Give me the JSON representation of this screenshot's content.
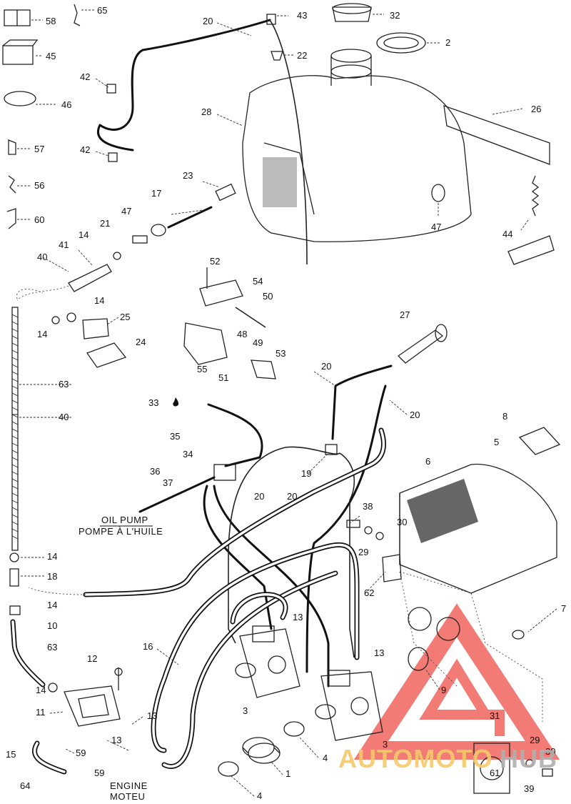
{
  "diagram": {
    "callouts": [
      {
        "id": "c58",
        "text": "58"
      },
      {
        "id": "c65",
        "text": "65"
      },
      {
        "id": "c20a",
        "text": "20"
      },
      {
        "id": "c43",
        "text": "43"
      },
      {
        "id": "c32",
        "text": "32"
      },
      {
        "id": "c2",
        "text": "2"
      },
      {
        "id": "c45",
        "text": "45"
      },
      {
        "id": "c22",
        "text": "22"
      },
      {
        "id": "c42a",
        "text": "42"
      },
      {
        "id": "c46",
        "text": "46"
      },
      {
        "id": "c28",
        "text": "28"
      },
      {
        "id": "c26",
        "text": "26"
      },
      {
        "id": "c57",
        "text": "57"
      },
      {
        "id": "c42b",
        "text": "42"
      },
      {
        "id": "c23",
        "text": "23"
      },
      {
        "id": "c17",
        "text": "17"
      },
      {
        "id": "c56",
        "text": "56"
      },
      {
        "id": "c60",
        "text": "60"
      },
      {
        "id": "c47a",
        "text": "47"
      },
      {
        "id": "c47b",
        "text": "47"
      },
      {
        "id": "c44",
        "text": "44"
      },
      {
        "id": "c21",
        "text": "21"
      },
      {
        "id": "c14a",
        "text": "14"
      },
      {
        "id": "c41",
        "text": "41"
      },
      {
        "id": "c40a",
        "text": "40"
      },
      {
        "id": "c52",
        "text": "52"
      },
      {
        "id": "c54",
        "text": "54"
      },
      {
        "id": "c50",
        "text": "50"
      },
      {
        "id": "c14b",
        "text": "14"
      },
      {
        "id": "c25",
        "text": "25"
      },
      {
        "id": "c27",
        "text": "27"
      },
      {
        "id": "c14c",
        "text": "14"
      },
      {
        "id": "c24",
        "text": "24"
      },
      {
        "id": "c48",
        "text": "48"
      },
      {
        "id": "c49",
        "text": "49"
      },
      {
        "id": "c53",
        "text": "53"
      },
      {
        "id": "c55",
        "text": "55"
      },
      {
        "id": "c51",
        "text": "51"
      },
      {
        "id": "c20b",
        "text": "20"
      },
      {
        "id": "c63a",
        "text": "63"
      },
      {
        "id": "c20c",
        "text": "20"
      },
      {
        "id": "c33",
        "text": "33"
      },
      {
        "id": "c40b",
        "text": "40"
      },
      {
        "id": "c8",
        "text": "8"
      },
      {
        "id": "c35",
        "text": "35"
      },
      {
        "id": "c5",
        "text": "5"
      },
      {
        "id": "c6",
        "text": "6"
      },
      {
        "id": "c34",
        "text": "34"
      },
      {
        "id": "c19",
        "text": "19"
      },
      {
        "id": "c36",
        "text": "36"
      },
      {
        "id": "c37",
        "text": "37"
      },
      {
        "id": "c20d",
        "text": "20"
      },
      {
        "id": "c20e",
        "text": "20"
      },
      {
        "id": "c38",
        "text": "38"
      },
      {
        "id": "c30a",
        "text": "30"
      },
      {
        "id": "c29a",
        "text": "29"
      },
      {
        "id": "c14d",
        "text": "14"
      },
      {
        "id": "c18",
        "text": "18"
      },
      {
        "id": "c62",
        "text": "62"
      },
      {
        "id": "c14e",
        "text": "14"
      },
      {
        "id": "c13a",
        "text": "13"
      },
      {
        "id": "c7",
        "text": "7"
      },
      {
        "id": "c10",
        "text": "10"
      },
      {
        "id": "c63b",
        "text": "63"
      },
      {
        "id": "c16",
        "text": "16"
      },
      {
        "id": "c12",
        "text": "12"
      },
      {
        "id": "c13b",
        "text": "13"
      },
      {
        "id": "c9",
        "text": "9"
      },
      {
        "id": "c14f",
        "text": "14"
      },
      {
        "id": "c3a",
        "text": "3"
      },
      {
        "id": "c11",
        "text": "11"
      },
      {
        "id": "c13c",
        "text": "13"
      },
      {
        "id": "c31",
        "text": "31"
      },
      {
        "id": "c15",
        "text": "15"
      },
      {
        "id": "c59a",
        "text": "59"
      },
      {
        "id": "c13d",
        "text": "13"
      },
      {
        "id": "c3b",
        "text": "3"
      },
      {
        "id": "c29b",
        "text": "29"
      },
      {
        "id": "c30b",
        "text": "30"
      },
      {
        "id": "c4a",
        "text": "4"
      },
      {
        "id": "c1",
        "text": "1"
      },
      {
        "id": "c64",
        "text": "64"
      },
      {
        "id": "c59b",
        "text": "59"
      },
      {
        "id": "c61",
        "text": "61"
      },
      {
        "id": "c4b",
        "text": "4"
      },
      {
        "id": "c39",
        "text": "39"
      }
    ],
    "captions": {
      "oil_pump_en": "OIL PUMP",
      "oil_pump_fr": "POMPE À L'HUILE",
      "engine_en": "ENGINE",
      "engine_fr": "MOTEU"
    },
    "watermark": {
      "word_left": "AUTOMOTO",
      "word_right": "HUB",
      "color_logo": "#f0645e",
      "color_left": "#f7c96a",
      "color_right": "#b0b0b0"
    }
  }
}
